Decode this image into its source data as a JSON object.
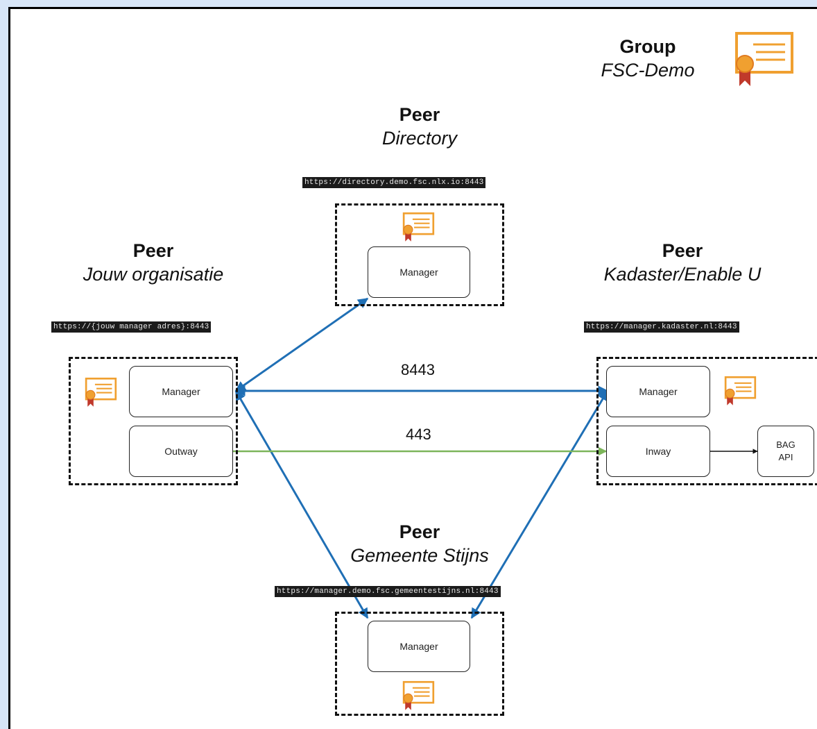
{
  "group": {
    "kind": "Group",
    "name": "FSC-Demo"
  },
  "peers": {
    "directory": {
      "kind": "Peer",
      "name": "Directory",
      "url": "https://directory.demo.fsc.nlx.io:8443",
      "manager_label": "Manager"
    },
    "jouw": {
      "kind": "Peer",
      "name": "Jouw organisatie",
      "url": "https://{jouw manager adres}:8443",
      "manager_label": "Manager",
      "outway_label": "Outway"
    },
    "kadaster": {
      "kind": "Peer",
      "name": "Kadaster/Enable U",
      "url": "https://manager.kadaster.nl:8443",
      "manager_label": "Manager",
      "inway_label": "Inway",
      "api_label": "BAG\nAPI"
    },
    "gemeente": {
      "kind": "Peer",
      "name": "Gemeente Stijns",
      "url": "https://manager.demo.fsc.gemeentestijns.nl:8443",
      "manager_label": "Manager"
    }
  },
  "connections": {
    "manager_port": "8443",
    "outway_port": "443"
  },
  "colors": {
    "manager_link": "#1f6fb5",
    "data_link": "#7cb55a",
    "certificate": "#f0a030",
    "ribbon": "#c0392b"
  },
  "icons": [
    "certificate-icon"
  ]
}
